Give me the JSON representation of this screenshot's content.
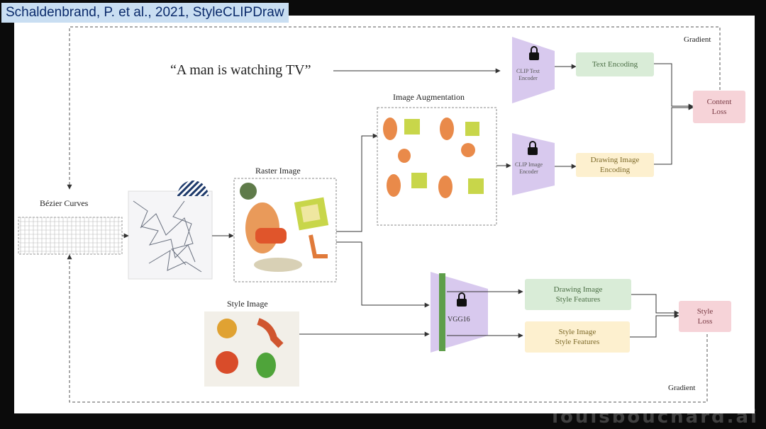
{
  "citation": "Schaldenbrand, P. et al., 2021, StyleCLIPDraw",
  "prompt": "“A man is watching TV”",
  "labels": {
    "gradient_top": "Gradient",
    "gradient_bottom": "Gradient",
    "bezier_curves": "Bézier Curves",
    "raster_image": "Raster Image",
    "image_augmentation": "Image Augmentation",
    "style_image": "Style Image"
  },
  "encoders": {
    "text": [
      "CLIP Text",
      "Encoder"
    ],
    "image": [
      "CLIP Image",
      "Encoder"
    ],
    "vgg": "VGG16"
  },
  "boxes": {
    "text_encoding": "Text Encoding",
    "drawing_image_encoding": [
      "Drawing Image",
      "Encoding"
    ],
    "content_loss": [
      "Content",
      "Loss"
    ],
    "drawing_style_features": [
      "Drawing Image",
      "Style Features"
    ],
    "style_image_features": [
      "Style Image",
      "Style Features"
    ],
    "style_loss": [
      "Style",
      "Loss"
    ]
  },
  "colors": {
    "encoder": "#d8c9ee",
    "vgg_bar": "#5e9e4a",
    "green_box": "#d9ecd7",
    "yellow_box": "#fdf0cf",
    "loss_box": "#f6d3d8"
  },
  "watermark": "louisbouchard.ai"
}
